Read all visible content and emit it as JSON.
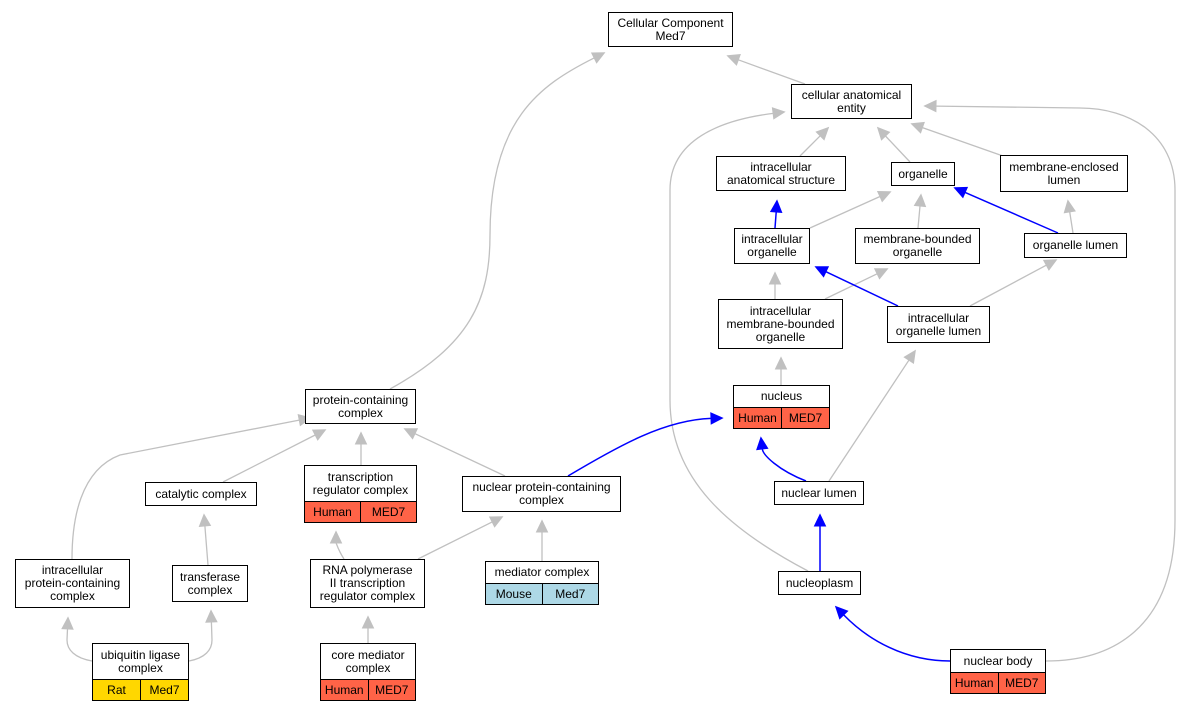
{
  "colors": {
    "edge": "#c0c0c0",
    "highlight": "#0000ff",
    "human": "#ff6347",
    "mouse": "#add8e6",
    "rat": "#ffd700"
  },
  "nodes": {
    "root": {
      "label": "Cellular Component\nMed7"
    },
    "cae": {
      "label": "cellular anatomical\nentity"
    },
    "ias": {
      "label": "intracellular\nanatomical structure"
    },
    "org": {
      "label": "organelle"
    },
    "mel": {
      "label": "membrane-enclosed\nlumen"
    },
    "io": {
      "label": "intracellular\norganelle"
    },
    "mbo": {
      "label": "membrane-bounded\norganelle"
    },
    "ol": {
      "label": "organelle lumen"
    },
    "imbo": {
      "label": "intracellular\nmembrane-bounded\norganelle"
    },
    "iol": {
      "label": "intracellular\norganelle lumen"
    },
    "nuc": {
      "label": "nucleus",
      "species": "Human",
      "gene": "MED7"
    },
    "pcc": {
      "label": "protein-containing\ncomplex"
    },
    "cat": {
      "label": "catalytic complex"
    },
    "trc": {
      "label": "transcription\nregulator complex",
      "species": "Human",
      "gene": "MED7"
    },
    "npc": {
      "label": "nuclear protein-containing\ncomplex"
    },
    "nl": {
      "label": "nuclear lumen"
    },
    "ipcc": {
      "label": "intracellular\nprotein-containing\ncomplex"
    },
    "trans": {
      "label": "transferase\ncomplex"
    },
    "rnap": {
      "label": "RNA polymerase\nII transcription\nregulator complex"
    },
    "med": {
      "label": "mediator complex",
      "species": "Mouse",
      "gene": "Med7"
    },
    "np": {
      "label": "nucleoplasm"
    },
    "ubq": {
      "label": "ubiquitin ligase\ncomplex",
      "species": "Rat",
      "gene": "Med7"
    },
    "core": {
      "label": "core mediator\ncomplex",
      "species": "Human",
      "gene": "MED7"
    },
    "nb": {
      "label": "nuclear body",
      "species": "Human",
      "gene": "MED7"
    }
  },
  "edges": [
    {
      "from": "cae",
      "to": "root"
    },
    {
      "from": "pcc",
      "to": "root"
    },
    {
      "from": "ias",
      "to": "cae"
    },
    {
      "from": "org",
      "to": "cae"
    },
    {
      "from": "mel",
      "to": "cae"
    },
    {
      "from": "np",
      "to": "cae"
    },
    {
      "from": "nb",
      "to": "cae"
    },
    {
      "from": "io",
      "to": "ias",
      "highlight": true
    },
    {
      "from": "io",
      "to": "org"
    },
    {
      "from": "mbo",
      "to": "org"
    },
    {
      "from": "ol",
      "to": "org",
      "highlight": true
    },
    {
      "from": "ol",
      "to": "mel"
    },
    {
      "from": "imbo",
      "to": "io"
    },
    {
      "from": "imbo",
      "to": "mbo"
    },
    {
      "from": "iol",
      "to": "io",
      "highlight": true
    },
    {
      "from": "iol",
      "to": "ol"
    },
    {
      "from": "nuc",
      "to": "imbo"
    },
    {
      "from": "nl",
      "to": "nuc",
      "highlight": true
    },
    {
      "from": "nl",
      "to": "iol"
    },
    {
      "from": "npc",
      "to": "nuc",
      "highlight": true
    },
    {
      "from": "np",
      "to": "nl",
      "highlight": true
    },
    {
      "from": "nb",
      "to": "np",
      "highlight": true
    },
    {
      "from": "cat",
      "to": "pcc"
    },
    {
      "from": "trc",
      "to": "pcc"
    },
    {
      "from": "npc",
      "to": "pcc"
    },
    {
      "from": "ipcc",
      "to": "pcc"
    },
    {
      "from": "trans",
      "to": "cat"
    },
    {
      "from": "rnap",
      "to": "trc"
    },
    {
      "from": "rnap",
      "to": "npc"
    },
    {
      "from": "med",
      "to": "npc"
    },
    {
      "from": "ubq",
      "to": "ipcc"
    },
    {
      "from": "ubq",
      "to": "trans"
    },
    {
      "from": "core",
      "to": "rnap"
    }
  ]
}
